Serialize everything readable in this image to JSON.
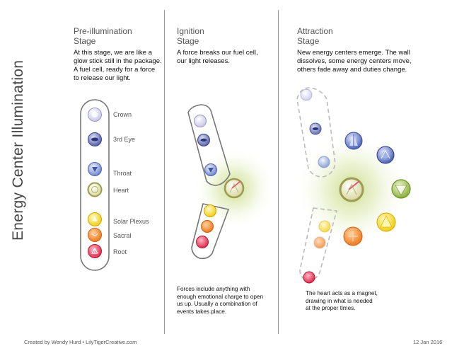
{
  "vertical_title": "Energy Center Illumination",
  "stages": [
    {
      "title_line1": "Pre-illumination",
      "title_line2": "Stage",
      "desc": [
        "At this stage, we are like a",
        "glow stick still in the package.",
        "A fuel cell, ready for a force",
        "to release our light."
      ]
    },
    {
      "title_line1": "Ignition",
      "title_line2": "Stage",
      "desc": [
        "A force breaks our fuel cell,",
        "our light releases."
      ]
    },
    {
      "title_line1": "Attraction",
      "title_line2": "Stage",
      "desc": [
        "New energy centers emerge. The wall",
        "dissolves, some energy centers move,",
        "others fade away and duties change."
      ]
    }
  ],
  "chakra_labels": [
    "Crown",
    "3rd Eye",
    "Throat",
    "Heart",
    "Solar Plexus",
    "Sacral",
    "Root"
  ],
  "notes": {
    "ignition": [
      "Forces include anything with",
      "enough emotional charge to open",
      "us up. Usually a combination of",
      "events takes place."
    ],
    "attraction": [
      "The heart acts as a magnet,",
      "drawing in what is needed",
      "at the proper times."
    ]
  },
  "footer": {
    "credit": "Created by Wendy Hurd • LilyTigerCreative.com",
    "date": "12 Jan 2016"
  },
  "colors": {
    "crown": "#c9c8e6",
    "third_eye": "#5560a8",
    "throat": "#6d86cc",
    "heart": "#c7c77e",
    "solar": "#f2d21f",
    "sacral": "#f08a2a",
    "root": "#e3344f",
    "glow": "#c8dc88"
  }
}
